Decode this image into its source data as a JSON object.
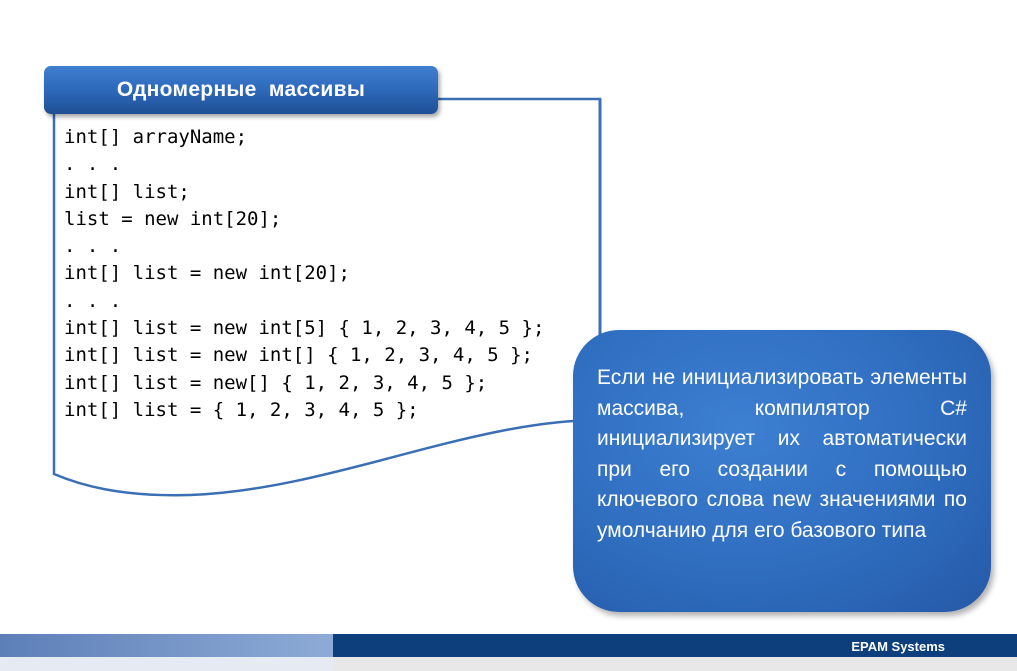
{
  "slide": {
    "title": "Одномерные  массивы",
    "code_lines": [
      "int[] arrayName;",
      ". . .",
      "int[] list;",
      "list = new int[20];",
      ". . .",
      "int[] list = new int[20];",
      ". . .",
      "int[] list = new int[5] { 1, 2, 3, 4, 5 };",
      "int[] list = new int[] { 1, 2, 3, 4, 5 };",
      "int[] list = new[] { 1, 2, 3, 4, 5 };",
      "int[] list = { 1, 2, 3, 4, 5 };"
    ],
    "callout_text": "Если не инициализировать элементы массива, компилятор C# инициализирует их автоматически при его создании с помощью ключевого слова new значениями по умолчанию для его базового типа"
  },
  "footer": {
    "brand": "EPAM Systems"
  },
  "colors": {
    "accent_blue": "#2f6dbf",
    "footer_dark": "#0d3f7c",
    "footer_light": "#8eabd6",
    "text_white": "#ffffff"
  }
}
